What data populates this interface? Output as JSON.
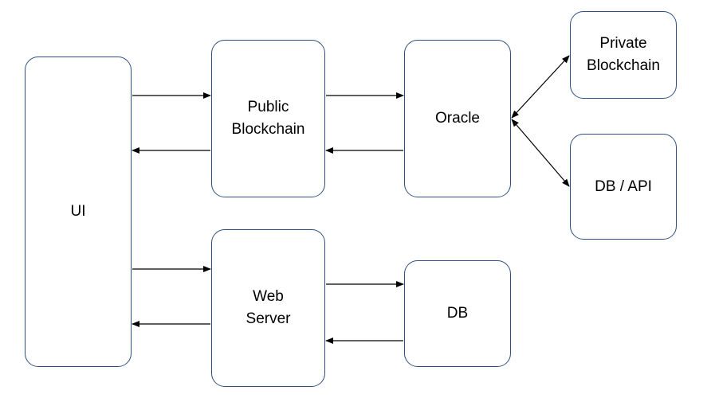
{
  "nodes": {
    "ui": "UI",
    "public_blockchain": "Public\nBlockchain",
    "oracle": "Oracle",
    "private_blockchain": "Private\nBlockchain",
    "db_api": "DB / API",
    "web_server": "Web\nServer",
    "db": "DB"
  },
  "colors": {
    "box_border": "#2f4f7f",
    "arrow": "#000000",
    "text": "#000000"
  },
  "edges": [
    {
      "from": "UI",
      "to": "Public Blockchain"
    },
    {
      "from": "Public Blockchain",
      "to": "UI"
    },
    {
      "from": "Public Blockchain",
      "to": "Oracle"
    },
    {
      "from": "Oracle",
      "to": "Public Blockchain"
    },
    {
      "from": "Oracle",
      "to": "Private Blockchain",
      "bidirectional": true
    },
    {
      "from": "Oracle",
      "to": "DB / API",
      "bidirectional": true
    },
    {
      "from": "UI",
      "to": "Web Server"
    },
    {
      "from": "Web Server",
      "to": "UI"
    },
    {
      "from": "Web Server",
      "to": "DB"
    },
    {
      "from": "DB",
      "to": "Web Server"
    }
  ]
}
